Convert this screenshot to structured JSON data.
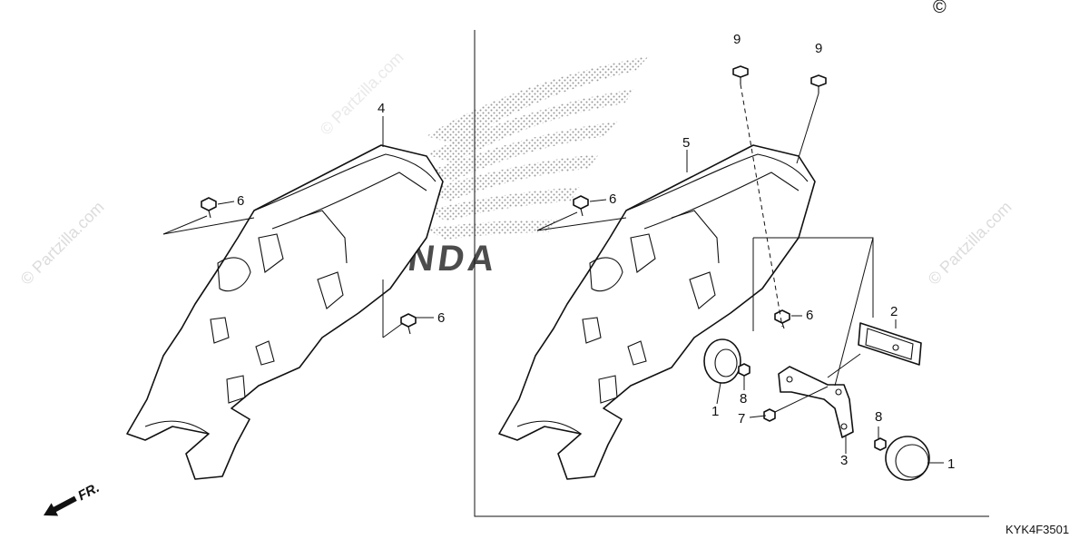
{
  "callouts": {
    "c1a": "1",
    "c1b": "1",
    "c2": "2",
    "c3": "3",
    "c4": "4",
    "c5": "5",
    "c6a": "6",
    "c6b": "6",
    "c6c": "6",
    "c6d": "6",
    "c7": "7",
    "c8a": "8",
    "c8b": "8",
    "c9a": "9",
    "c9b": "9"
  },
  "brand_logo_text": "HONDA",
  "watermark": "© Partzilla.com",
  "copyright_symbol": "©",
  "direction_label": "FR.",
  "diagram_code": "KYK4F3501"
}
